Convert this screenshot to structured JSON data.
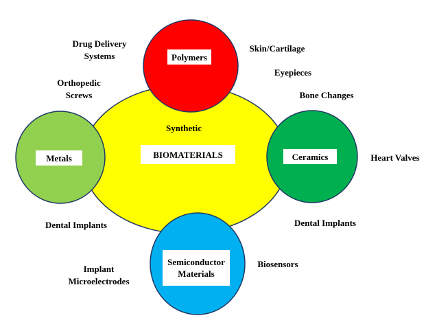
{
  "center": {
    "top_label": "Synthetic",
    "title": "BIOMATERIALS"
  },
  "circles": {
    "polymers": "Polymers",
    "metals": "Metals",
    "ceramics": "Ceramics",
    "semiconductor": {
      "line1": "Semiconductor",
      "line2": "Materials"
    }
  },
  "labels": {
    "drug_delivery": {
      "line1": "Drug Delivery",
      "line2": "Systems"
    },
    "orthopedic": {
      "line1": "Orthopedic",
      "line2": "Screws"
    },
    "skin": "Skin/Cartilage",
    "eyepieces": "Eyepieces",
    "bone": "Bone Changes",
    "heart": "Heart Valves",
    "dental_left": "Dental Implants",
    "dental_right": "Dental Implants",
    "implant": {
      "line1": "Implant",
      "line2": "Microelectrodes"
    },
    "biosensors": "Biosensors"
  },
  "colors": {
    "center": "#ffff00",
    "polymers": "#ff0000",
    "metals": "#92d050",
    "ceramics": "#00b050",
    "semiconductor": "#00b0f0",
    "outline": "#1f3864"
  }
}
